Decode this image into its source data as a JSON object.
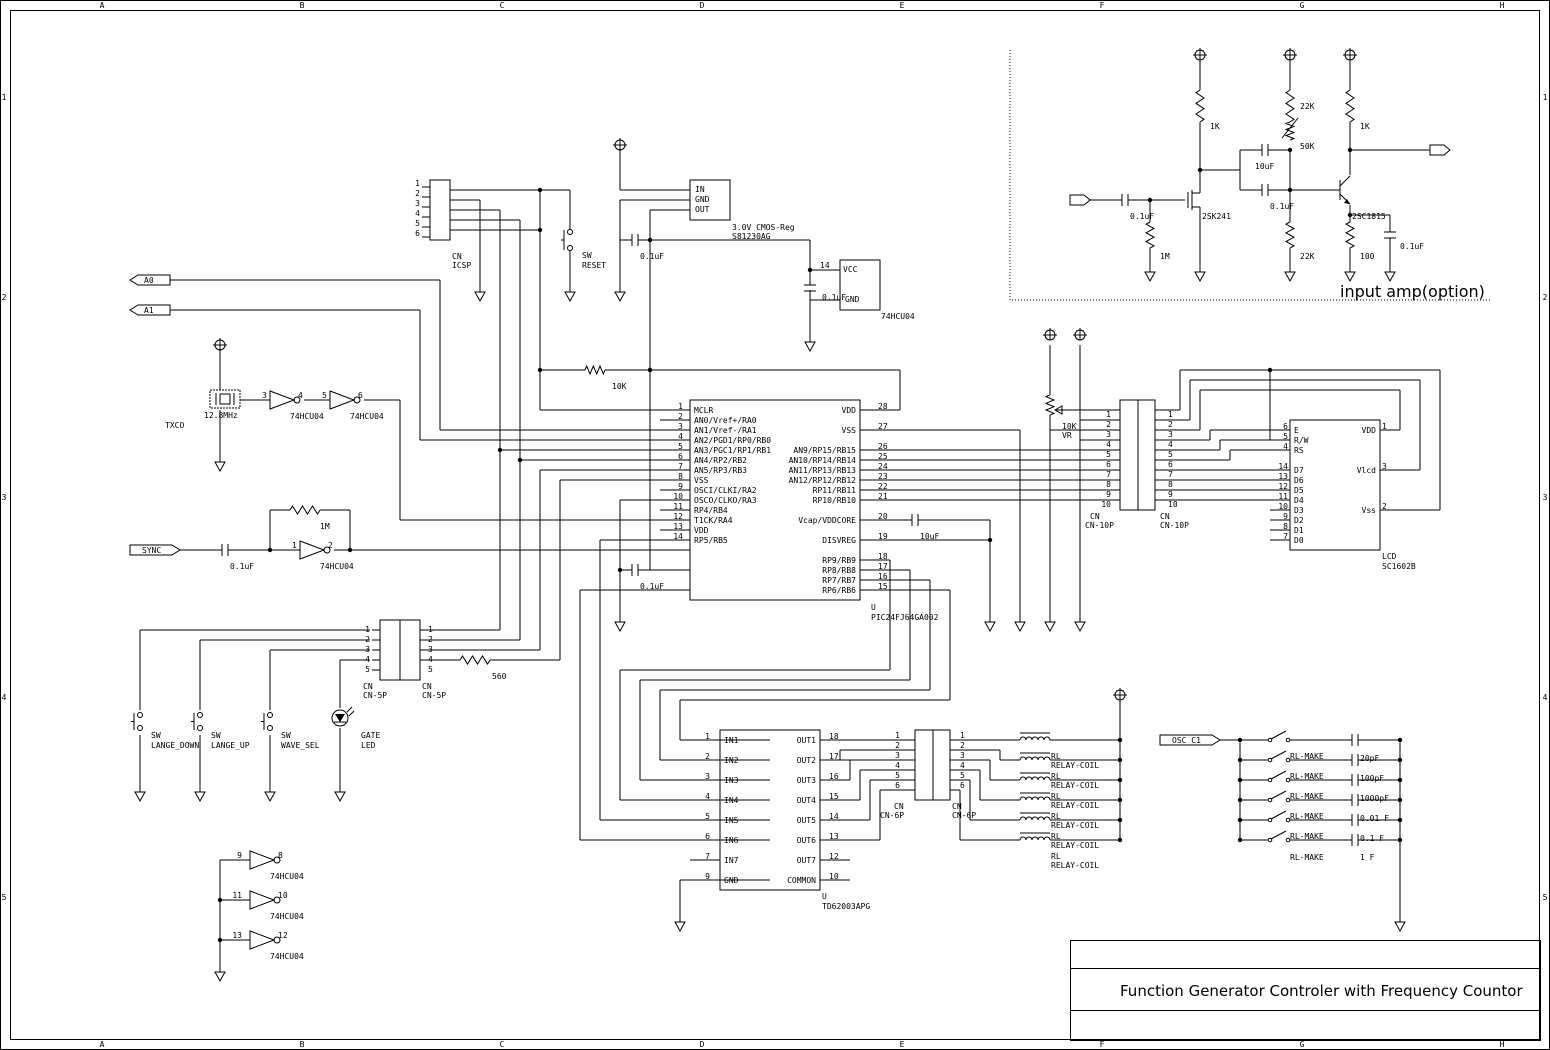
{
  "border": {
    "columns": [
      "A",
      "B",
      "C",
      "D",
      "E",
      "F",
      "G",
      "H"
    ],
    "rows": [
      "1",
      "2",
      "3",
      "4",
      "5"
    ]
  },
  "title_block": {
    "title": "Function Generator Controler with Frequency Countor"
  },
  "mcu": {
    "name": "PIC24FJ64GA002",
    "ref": "U",
    "left_pins": [
      {
        "num": "1",
        "name": "MCLR"
      },
      {
        "num": "2",
        "name": "AN0/Vref+/RA0"
      },
      {
        "num": "3",
        "name": "AN1/Vref-/RA1"
      },
      {
        "num": "4",
        "name": "AN2/PGD1/RP0/RB0"
      },
      {
        "num": "5",
        "name": "AN3/PGC1/RP1/RB1"
      },
      {
        "num": "6",
        "name": "AN4/RP2/RB2"
      },
      {
        "num": "7",
        "name": "AN5/RP3/RB3"
      },
      {
        "num": "8",
        "name": "VSS"
      },
      {
        "num": "9",
        "name": "OSCI/CLKI/RA2"
      },
      {
        "num": "10",
        "name": "OSCO/CLKO/RA3"
      },
      {
        "num": "11",
        "name": "RP4/RB4"
      },
      {
        "num": "12",
        "name": "T1CK/RA4"
      },
      {
        "num": "13",
        "name": "VDD"
      },
      {
        "num": "14",
        "name": "RP5/RB5"
      }
    ],
    "right_pins": [
      {
        "num": "28",
        "name": "VDD"
      },
      {
        "num": "27",
        "name": "VSS"
      },
      {
        "num": "26",
        "name": "AN9/RP15/RB15"
      },
      {
        "num": "25",
        "name": "AN10/RP14/RB14"
      },
      {
        "num": "24",
        "name": "AN11/RP13/RB13"
      },
      {
        "num": "23",
        "name": "AN12/RP12/RB12"
      },
      {
        "num": "22",
        "name": "RP11/RB11"
      },
      {
        "num": "21",
        "name": "RP10/RB10"
      },
      {
        "num": "20",
        "name": "Vcap/VDDCORE"
      },
      {
        "num": "19",
        "name": "DISVREG"
      },
      {
        "num": "18",
        "name": "RP9/RB9"
      },
      {
        "num": "17",
        "name": "RP8/RB8"
      },
      {
        "num": "16",
        "name": "RP7/RB7"
      },
      {
        "num": "15",
        "name": "RP6/RB6"
      }
    ]
  },
  "driver": {
    "name": "TD62003APG",
    "ref": "U",
    "left_pins": [
      {
        "num": "1",
        "name": "IN1"
      },
      {
        "num": "2",
        "name": "IN2"
      },
      {
        "num": "3",
        "name": "IN3"
      },
      {
        "num": "4",
        "name": "IN4"
      },
      {
        "num": "5",
        "name": "IN5"
      },
      {
        "num": "6",
        "name": "IN6"
      },
      {
        "num": "7",
        "name": "IN7"
      },
      {
        "num": "9",
        "name": "GND"
      }
    ],
    "right_pins": [
      {
        "num": "18",
        "name": "OUT1"
      },
      {
        "num": "17",
        "name": "OUT2"
      },
      {
        "num": "16",
        "name": "OUT3"
      },
      {
        "num": "15",
        "name": "OUT4"
      },
      {
        "num": "14",
        "name": "OUT5"
      },
      {
        "num": "13",
        "name": "OUT6"
      },
      {
        "num": "12",
        "name": "OUT7"
      },
      {
        "num": "10",
        "name": "COMMON"
      }
    ]
  },
  "lcd": {
    "name": "SC1602B",
    "ref": "LCD",
    "left_pins": [
      {
        "num": "6",
        "name": "E"
      },
      {
        "num": "5",
        "name": "R/W"
      },
      {
        "num": "4",
        "name": "RS"
      },
      {
        "num": "14",
        "name": "D7"
      },
      {
        "num": "13",
        "name": "D6"
      },
      {
        "num": "12",
        "name": "D5"
      },
      {
        "num": "11",
        "name": "D4"
      },
      {
        "num": "10",
        "name": "D3"
      },
      {
        "num": "9",
        "name": "D2"
      },
      {
        "num": "8",
        "name": "D1"
      },
      {
        "num": "7",
        "name": "D0"
      }
    ],
    "right_pins": [
      {
        "num": "1",
        "name": "VDD"
      },
      {
        "num": "3",
        "name": "Vlcd"
      },
      {
        "num": "2",
        "name": "Vss"
      }
    ]
  },
  "regulator": {
    "pins": [
      "IN",
      "GND",
      "OUT"
    ],
    "label1": "3.0V CMOS-Reg",
    "label2": "S81230AG"
  },
  "inverter_power": {
    "pins": [
      "VCC",
      "GND"
    ],
    "pin_vcc": "14",
    "part": "74HCU04"
  },
  "connectors": {
    "icsp": {
      "ref": "CN",
      "name": "ICSP",
      "pins": [
        "1",
        "2",
        "3",
        "4",
        "5",
        "6"
      ]
    },
    "cn5p_a": {
      "ref": "CN",
      "name": "CN-5P",
      "pins": [
        "1",
        "2",
        "3",
        "4",
        "5"
      ]
    },
    "cn5p_b": {
      "ref": "CN",
      "name": "CN-5P",
      "pins": [
        "1",
        "2",
        "3",
        "4",
        "5"
      ]
    },
    "cn10p_a": {
      "ref": "CN",
      "name": "CN-10P",
      "pins": [
        "1",
        "2",
        "3",
        "4",
        "5",
        "6",
        "7",
        "8",
        "9",
        "10"
      ]
    },
    "cn10p_b": {
      "ref": "CN",
      "name": "CN-10P",
      "pins": [
        "1",
        "2",
        "3",
        "4",
        "5",
        "6",
        "7",
        "8",
        "9",
        "10"
      ]
    },
    "cn6p_a": {
      "ref": "CN",
      "name": "CN-6P",
      "pins": [
        "1",
        "2",
        "3",
        "4",
        "5",
        "6"
      ]
    },
    "cn6p_b": {
      "ref": "CN",
      "name": "CN-6P",
      "pins": [
        "1",
        "2",
        "3",
        "4",
        "5",
        "6"
      ]
    }
  },
  "ports": {
    "a0": "A0",
    "a1": "A1",
    "sync": "SYNC",
    "osc": "OSC_C1"
  },
  "labels": {
    "sw_reset": [
      "SW",
      "RESET"
    ],
    "sw_down": [
      "SW",
      "LANGE_DOWN"
    ],
    "sw_up": [
      "SW",
      "LANGE_UP"
    ],
    "sw_wave": [
      "SW",
      "WAVE_SEL"
    ],
    "gate_led": [
      "GATE",
      "LED"
    ],
    "tcxo": "TXCO",
    "xtal": "12.8MHz",
    "inv": "74HCU04",
    "r_10k": "10K",
    "r_1m": "1M",
    "r_560": "560",
    "c_01u": "0.1uF",
    "c_10u": "10uF",
    "vr": [
      "10K",
      "VR"
    ],
    "relay_coil": "RELAY-COIL",
    "rl": "RL",
    "rl_make": "RL-MAKE",
    "cap_values": [
      "20pF",
      "100pF",
      "1000pF",
      "0.01 F",
      "0.1 F",
      "1 F"
    ]
  },
  "amp": {
    "title": "input amp(option)",
    "r1k_a": "1K",
    "r22k_a": "22K",
    "vr50k": "50K",
    "c10u": "10uF",
    "r1k_b": "1K",
    "c01_in": "0.1uF",
    "c01_mid": "0.1uF",
    "c01_out": "0.1uF",
    "r1m": "1M",
    "r22k_b": "22K",
    "r100": "100",
    "fet": "2SK241",
    "bjt": "2SC1815"
  }
}
